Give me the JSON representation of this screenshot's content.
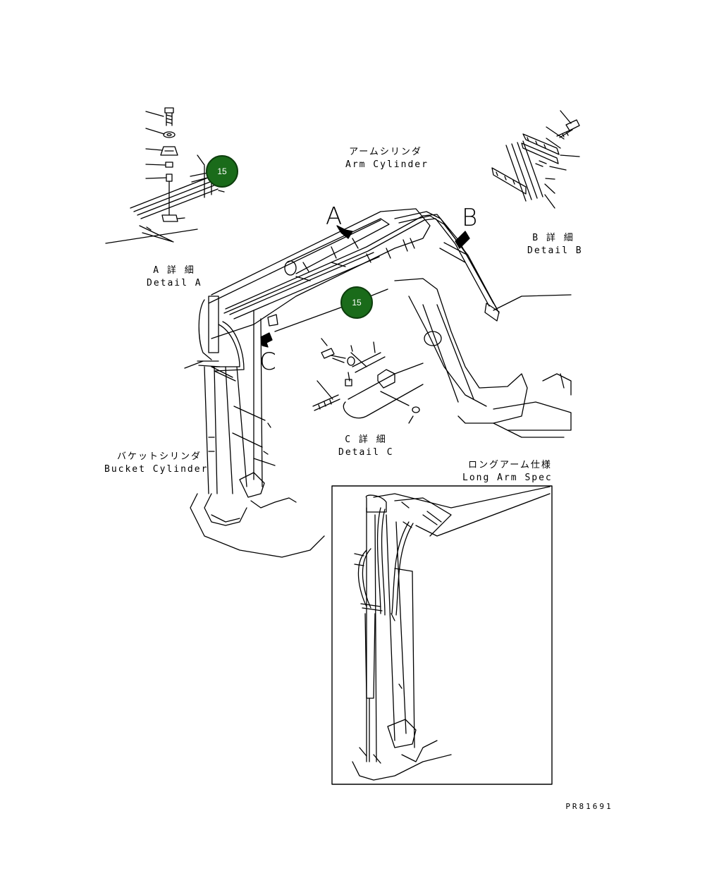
{
  "callouts": [
    {
      "label": "15"
    },
    {
      "label": "15"
    }
  ],
  "labels": {
    "arm_cylinder_jp": "アームシリンダ",
    "arm_cylinder_en": "Arm Cylinder",
    "detail_a_jp": "A 詳 細",
    "detail_a_en": "Detail A",
    "detail_b_jp": "B 詳 細",
    "detail_b_en": "Detail B",
    "detail_c_jp": "C 詳 細",
    "detail_c_en": "Detail C",
    "bucket_cylinder_jp": "バケットシリンダ",
    "bucket_cylinder_en": "Bucket Cylinder",
    "long_arm_jp": "ロングアーム仕様",
    "long_arm_en": "Long Arm Spec",
    "view_a": "A",
    "view_b": "B",
    "view_c": "C",
    "drawing_number": "PR81691"
  },
  "colors": {
    "line": "#000000",
    "callout_fill": "#1a6b1a"
  }
}
